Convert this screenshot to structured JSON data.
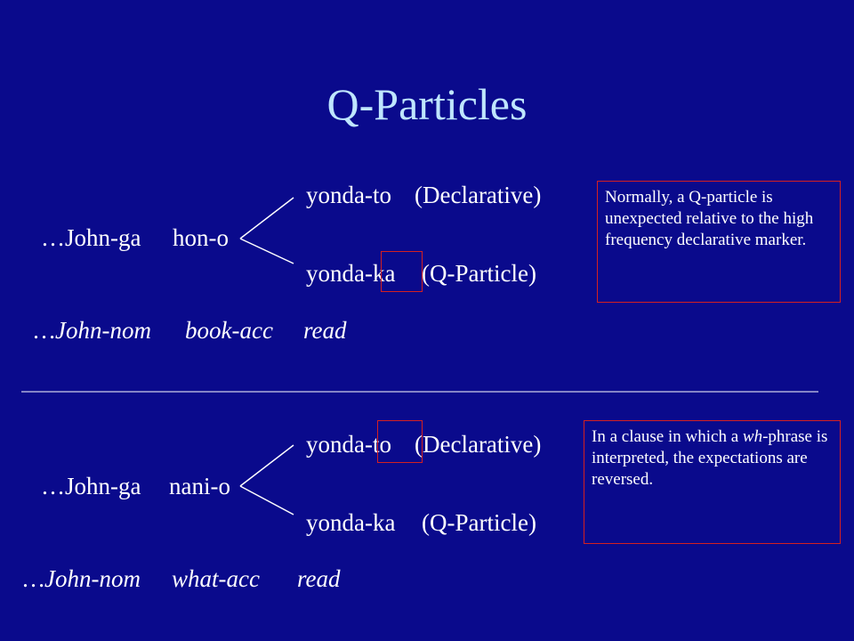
{
  "slide": {
    "title": "Q-Particles",
    "colors": {
      "background": "#0a0a8c",
      "title": "#bfe6ff",
      "text": "#ffffff",
      "highlight_box": "#d42020"
    },
    "example1": {
      "subject": "…John-ga",
      "object": "hon-o",
      "branch_top_word": "yonda-to",
      "branch_top_label": "(Declarative)",
      "branch_bottom_word": "yonda-ka",
      "branch_bottom_label": "(Q-Particle)",
      "gloss_subject": "…John-nom",
      "gloss_object": "book-acc",
      "gloss_verb": "read",
      "note": "Normally, a Q-particle is unexpected relative to the high frequency declarative marker."
    },
    "example2": {
      "subject": "…John-ga",
      "object": "nani-o",
      "branch_top_word": "yonda-to",
      "branch_top_label": "(Declarative)",
      "branch_bottom_word": "yonda-ka",
      "branch_bottom_label": "(Q-Particle)",
      "gloss_subject": "…John-nom",
      "gloss_object": "what-acc",
      "gloss_verb": "read",
      "note_before": "In a clause in which a ",
      "note_emphasis": "wh",
      "note_after": "-phrase is interpreted, the expectations are reversed."
    }
  }
}
